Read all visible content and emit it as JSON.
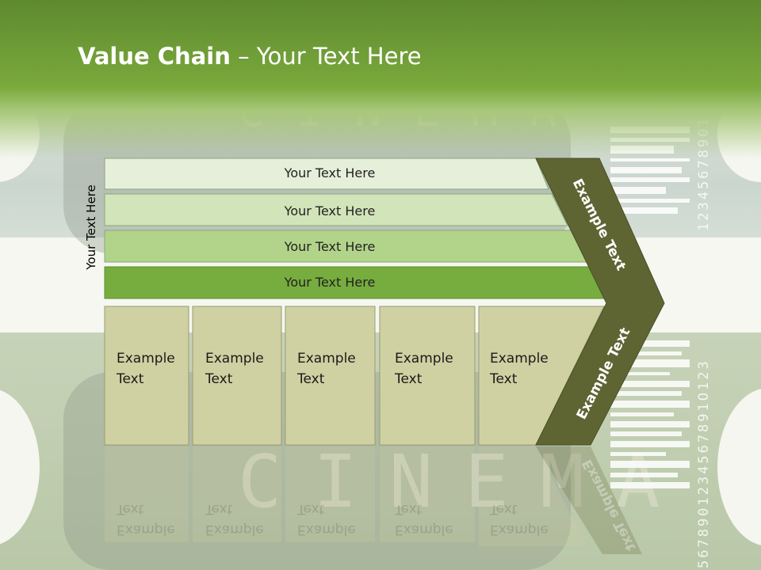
{
  "title": {
    "bold": "Value Chain",
    "rest": " – Your Text Here"
  },
  "side_label": "Your Text Here",
  "bars": [
    {
      "label": "Your Text Here",
      "color": "#e6efd9"
    },
    {
      "label": "Your Text Here",
      "color": "#d2e4b9"
    },
    {
      "label": "Your Text Here",
      "color": "#b2d48a"
    },
    {
      "label": "Your Text Here",
      "color": "#76ad3e"
    }
  ],
  "boxes": [
    {
      "line1": "Example",
      "line2": "Text"
    },
    {
      "line1": "Example",
      "line2": "Text"
    },
    {
      "line1": "Example",
      "line2": "Text"
    },
    {
      "line1": "Example",
      "line2": "Text"
    },
    {
      "line1": "Example",
      "line2": "Text"
    }
  ],
  "chevron_top_label": "Example Text",
  "chevron_bottom_label": "Example Text",
  "background": {
    "watermark": "CINEMA",
    "barcode_digits_top": "12345678901",
    "barcode_digits_bottom": "5678901234567891O123"
  },
  "colors": {
    "header_green": "#6f9d34",
    "box_fill": "#d0d1a2",
    "chevron_fill": "#5f6532"
  }
}
